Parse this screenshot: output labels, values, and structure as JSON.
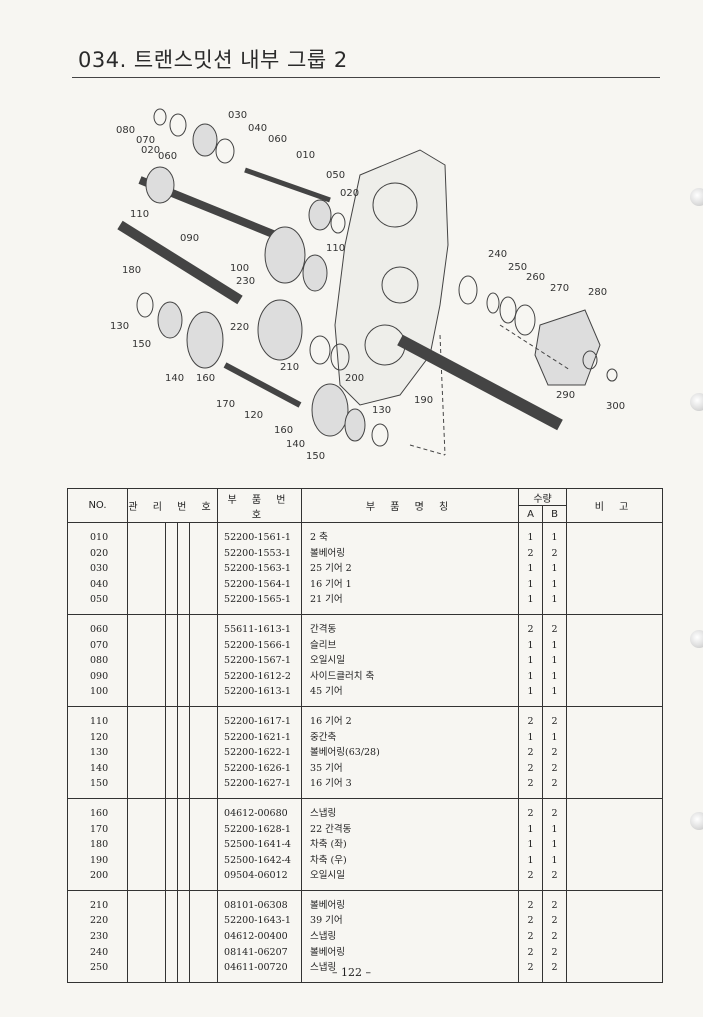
{
  "page": {
    "title": "034. 트랜스밋션 내부 그룹 2",
    "page_number": "– 122 –"
  },
  "diagram": {
    "callouts": [
      "010",
      "020",
      "030",
      "040",
      "050",
      "060",
      "070",
      "080",
      "090",
      "100",
      "110",
      "110",
      "120",
      "130",
      "130",
      "140",
      "140",
      "150",
      "150",
      "160",
      "160",
      "170",
      "180",
      "190",
      "200",
      "210",
      "220",
      "230",
      "240",
      "250",
      "260",
      "270",
      "280",
      "290",
      "300"
    ]
  },
  "table": {
    "headers": {
      "no": "NO.",
      "mgmt_no": "관 리 번 호",
      "part_no": "부 품 번 호",
      "part_name": "부 품 명 칭",
      "qty": "수량",
      "a": "A",
      "b": "B",
      "remarks": "비 고"
    },
    "groups": [
      [
        {
          "no": "010",
          "part_no": "52200-1561-1",
          "name": "2 축",
          "a": "1",
          "b": "1"
        },
        {
          "no": "020",
          "part_no": "52200-1553-1",
          "name": "볼베어링",
          "a": "2",
          "b": "2"
        },
        {
          "no": "030",
          "part_no": "52200-1563-1",
          "name": "25 기어 2",
          "a": "1",
          "b": "1"
        },
        {
          "no": "040",
          "part_no": "52200-1564-1",
          "name": "16 기어 1",
          "a": "1",
          "b": "1"
        },
        {
          "no": "050",
          "part_no": "52200-1565-1",
          "name": "21 기어",
          "a": "1",
          "b": "1"
        }
      ],
      [
        {
          "no": "060",
          "part_no": "55611-1613-1",
          "name": "간격동",
          "a": "2",
          "b": "2"
        },
        {
          "no": "070",
          "part_no": "52200-1566-1",
          "name": "슬리브",
          "a": "1",
          "b": "1"
        },
        {
          "no": "080",
          "part_no": "52200-1567-1",
          "name": "오일시일",
          "a": "1",
          "b": "1"
        },
        {
          "no": "090",
          "part_no": "52200-1612-2",
          "name": "사이드클러치 축",
          "a": "1",
          "b": "1"
        },
        {
          "no": "100",
          "part_no": "52200-1613-1",
          "name": "45 기어",
          "a": "1",
          "b": "1"
        }
      ],
      [
        {
          "no": "110",
          "part_no": "52200-1617-1",
          "name": "16 기어 2",
          "a": "2",
          "b": "2"
        },
        {
          "no": "120",
          "part_no": "52200-1621-1",
          "name": "중간축",
          "a": "1",
          "b": "1"
        },
        {
          "no": "130",
          "part_no": "52200-1622-1",
          "name": "볼베어링(63/28)",
          "a": "2",
          "b": "2"
        },
        {
          "no": "140",
          "part_no": "52200-1626-1",
          "name": "35 기어",
          "a": "2",
          "b": "2"
        },
        {
          "no": "150",
          "part_no": "52200-1627-1",
          "name": "16 기어 3",
          "a": "2",
          "b": "2"
        }
      ],
      [
        {
          "no": "160",
          "part_no": "04612-00680",
          "name": "스냅링",
          "a": "2",
          "b": "2"
        },
        {
          "no": "170",
          "part_no": "52200-1628-1",
          "name": "22 간격동",
          "a": "1",
          "b": "1"
        },
        {
          "no": "180",
          "part_no": "52500-1641-4",
          "name": "차축 (좌)",
          "a": "1",
          "b": "1"
        },
        {
          "no": "190",
          "part_no": "52500-1642-4",
          "name": "차축 (우)",
          "a": "1",
          "b": "1"
        },
        {
          "no": "200",
          "part_no": "09504-06012",
          "name": "오일시일",
          "a": "2",
          "b": "2"
        }
      ],
      [
        {
          "no": "210",
          "part_no": "08101-06308",
          "name": "볼베어링",
          "a": "2",
          "b": "2"
        },
        {
          "no": "220",
          "part_no": "52200-1643-1",
          "name": "39 기어",
          "a": "2",
          "b": "2"
        },
        {
          "no": "230",
          "part_no": "04612-00400",
          "name": "스냅링",
          "a": "2",
          "b": "2"
        },
        {
          "no": "240",
          "part_no": "08141-06207",
          "name": "볼베어링",
          "a": "2",
          "b": "2"
        },
        {
          "no": "250",
          "part_no": "04611-00720",
          "name": "스냅링",
          "a": "2",
          "b": "2"
        }
      ]
    ]
  }
}
